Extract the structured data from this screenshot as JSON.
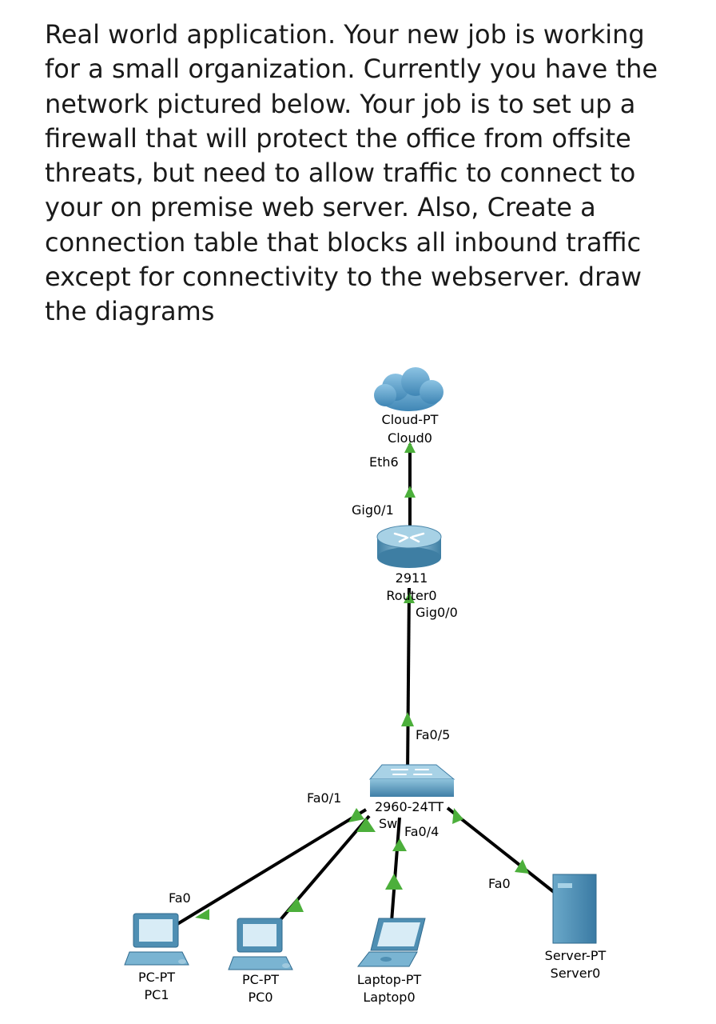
{
  "question": {
    "lines": [
      "Real world application. Your new job is working",
      "for a small organization. Currently you have the",
      "network pictured below. Your job is to set up a",
      "firewall that will protect the office from offsite",
      "threats, but need to allow traffic to connect to",
      "your on premise web server. Also, Create a",
      "connection table that blocks all inbound traffic",
      "except for connectivity to the webserver. draw",
      "the diagrams"
    ]
  },
  "diagram": {
    "cloud": {
      "type": "Cloud-PT",
      "name": "Cloud0",
      "port": "Eth6"
    },
    "router": {
      "model": "2911",
      "name": "Router0",
      "port_up": "Gig0/1",
      "port_down": "Gig0/0"
    },
    "switch": {
      "model": "2960-24TT",
      "name": "Sw",
      "port_up": "Fa0/5",
      "port_pc": "Fa0/1",
      "port_laptop": "Fa0/4"
    },
    "pc1": {
      "type": "PC-PT",
      "name": "PC1",
      "port": "Fa0"
    },
    "pc0": {
      "type": "PC-PT",
      "name": "PC0"
    },
    "laptop": {
      "type": "Laptop-PT",
      "name": "Laptop0"
    },
    "server": {
      "type": "Server-PT",
      "name": "Server0",
      "port": "Fa0"
    },
    "colors": {
      "link": "#000000",
      "link_up": "#4caf3b",
      "device_blue": "#4f8fb3",
      "cloud": "#5b9ec6"
    }
  }
}
